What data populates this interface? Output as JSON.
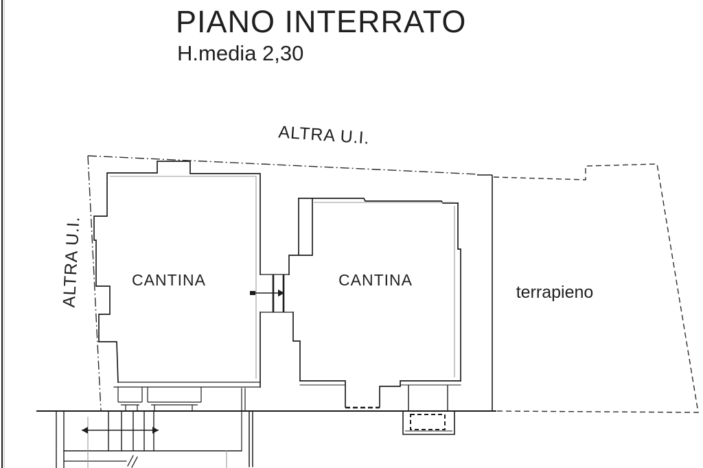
{
  "title": {
    "main": "PIANO INTERRATO",
    "subtitle": "H.media 2,30"
  },
  "labels": {
    "boundary_top": "ALTRA U.I.",
    "boundary_left": "ALTRA U.I.",
    "room_left": "CANTINA",
    "room_right": "CANTINA",
    "embankment": "terrapieno"
  },
  "legend": {
    "drawing_type": "floor plan",
    "floor": "basement",
    "average_height": "2,30"
  },
  "colors": {
    "line_primary": "#1c1c1c",
    "line_secondary": "#9a9a9a",
    "background": "#ffffff",
    "text": "#1f1f1f"
  }
}
